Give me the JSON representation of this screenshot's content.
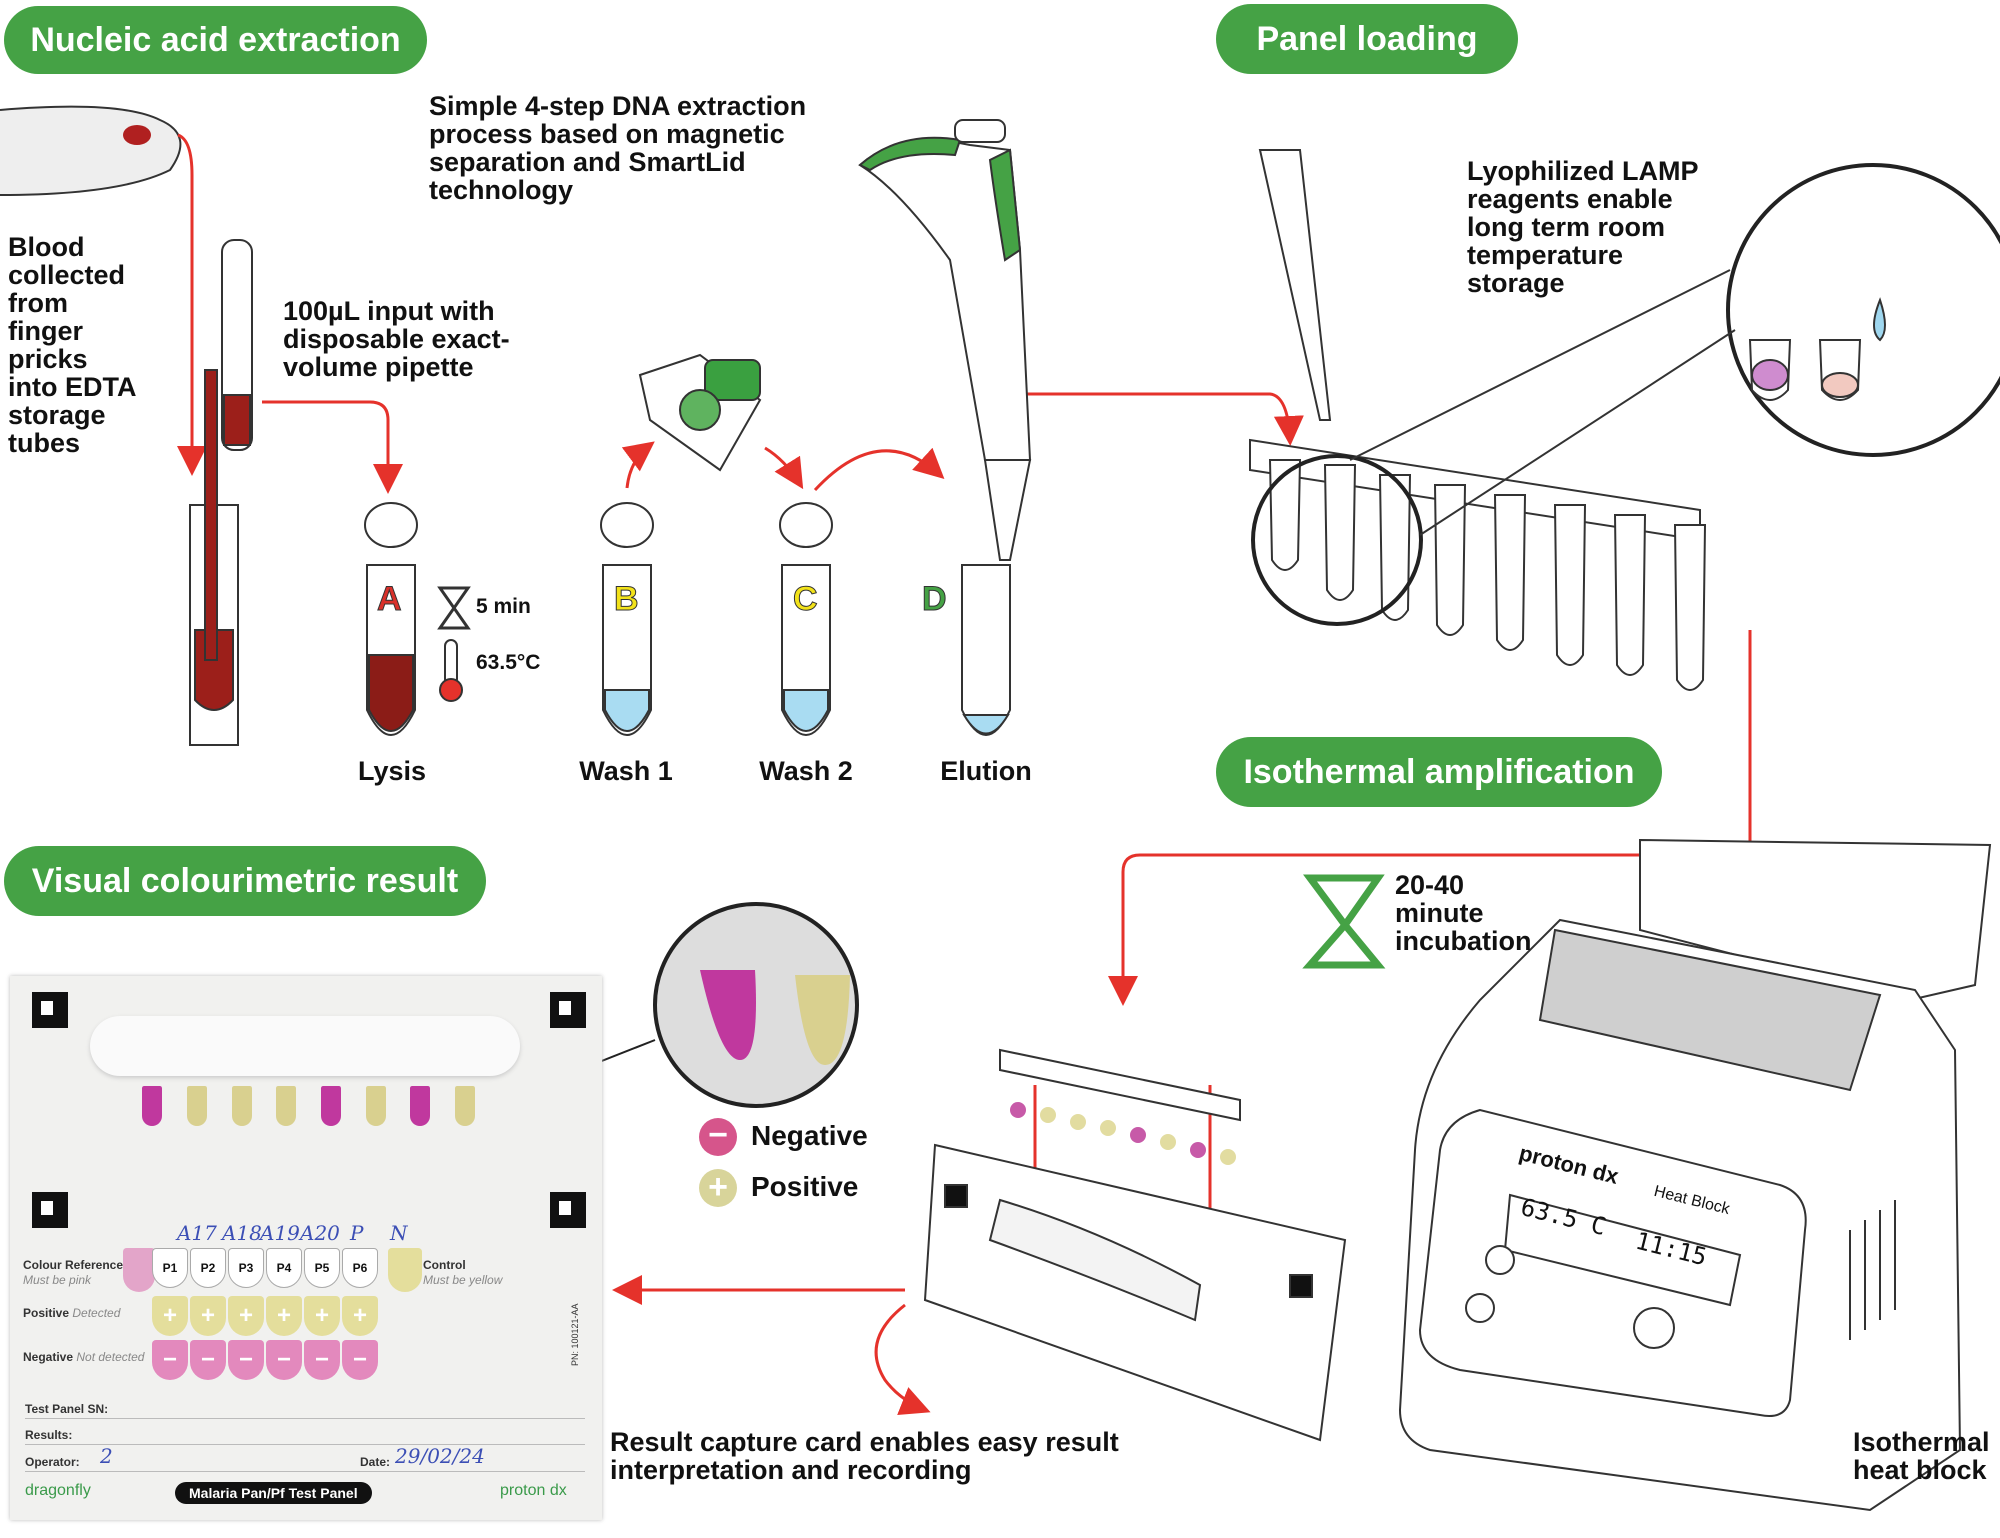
{
  "sections": {
    "extraction": "Nucleic acid extraction",
    "loading": "Panel loading",
    "amplification": "Isothermal amplification",
    "result": "Visual colourimetric result"
  },
  "notes": {
    "process": "Simple 4-step DNA extraction\nprocess based on magnetic\nseparation and SmartLid\ntechnology",
    "blood": "Blood\ncollected\nfrom\nfinger\npricks\ninto EDTA\nstorage\ntubes",
    "input": "100µL input with\ndisposable exact-\nvolume pipette",
    "lamp": "Lyophilized LAMP\nreagents enable\nlong term room\ntemperature\nstorage",
    "incubation": "20-40\nminute\nincubation",
    "card": "Result capture card enables easy result\ninterpretation and recording",
    "heatblock": "Isothermal\nheat block"
  },
  "steps": [
    {
      "letter": "A",
      "label": "Lysis",
      "color": "#d9302a"
    },
    {
      "letter": "B",
      "label": "Wash 1",
      "color": "#f2e21a"
    },
    {
      "letter": "C",
      "label": "Wash 2",
      "color": "#f2e21a"
    },
    {
      "letter": "D",
      "label": "Elution",
      "color": "#45a245"
    }
  ],
  "lysis": {
    "time": "5 min",
    "temp": "63.5°C"
  },
  "legend": {
    "negative": "Negative",
    "positive": "Positive",
    "negative_color": "#d6558b",
    "positive_color": "#d8d49a"
  },
  "device": {
    "brand": "proton dx",
    "name": "Heat Block",
    "temp": "63.5 C",
    "time": "11:15"
  },
  "card": {
    "sample_labels": [
      "A17",
      "A18",
      "A19",
      "A20",
      "P",
      "N"
    ],
    "wells": [
      "P1",
      "P2",
      "P3",
      "P4",
      "P5",
      "P6"
    ],
    "colour_ref": "Colour Reference",
    "colour_ref_sub": "Must be pink",
    "control": "Control",
    "control_sub": "Must be yellow",
    "positive": "Positive",
    "positive_sub": "Detected",
    "negative": "Negative",
    "negative_sub": "Not detected",
    "sn": "Test Panel SN:",
    "results": "Results:",
    "operator": "Operator:",
    "operator_value": "2",
    "date": "Date:",
    "date_value": "29/02/24",
    "pn": "PN: 100121-AA",
    "brand_left": "dragonfly",
    "panel": "Malaria Pan/Pf Test Panel",
    "brand_right": "proton dx",
    "tube_colors": [
      "pink",
      "yellow",
      "yellow",
      "yellow",
      "pink",
      "yellow",
      "pink",
      "yellow"
    ]
  },
  "colors": {
    "green": "#45a245",
    "arrow": "#e5322b",
    "pink": "#d7559a",
    "yellow": "#e4de9c"
  }
}
